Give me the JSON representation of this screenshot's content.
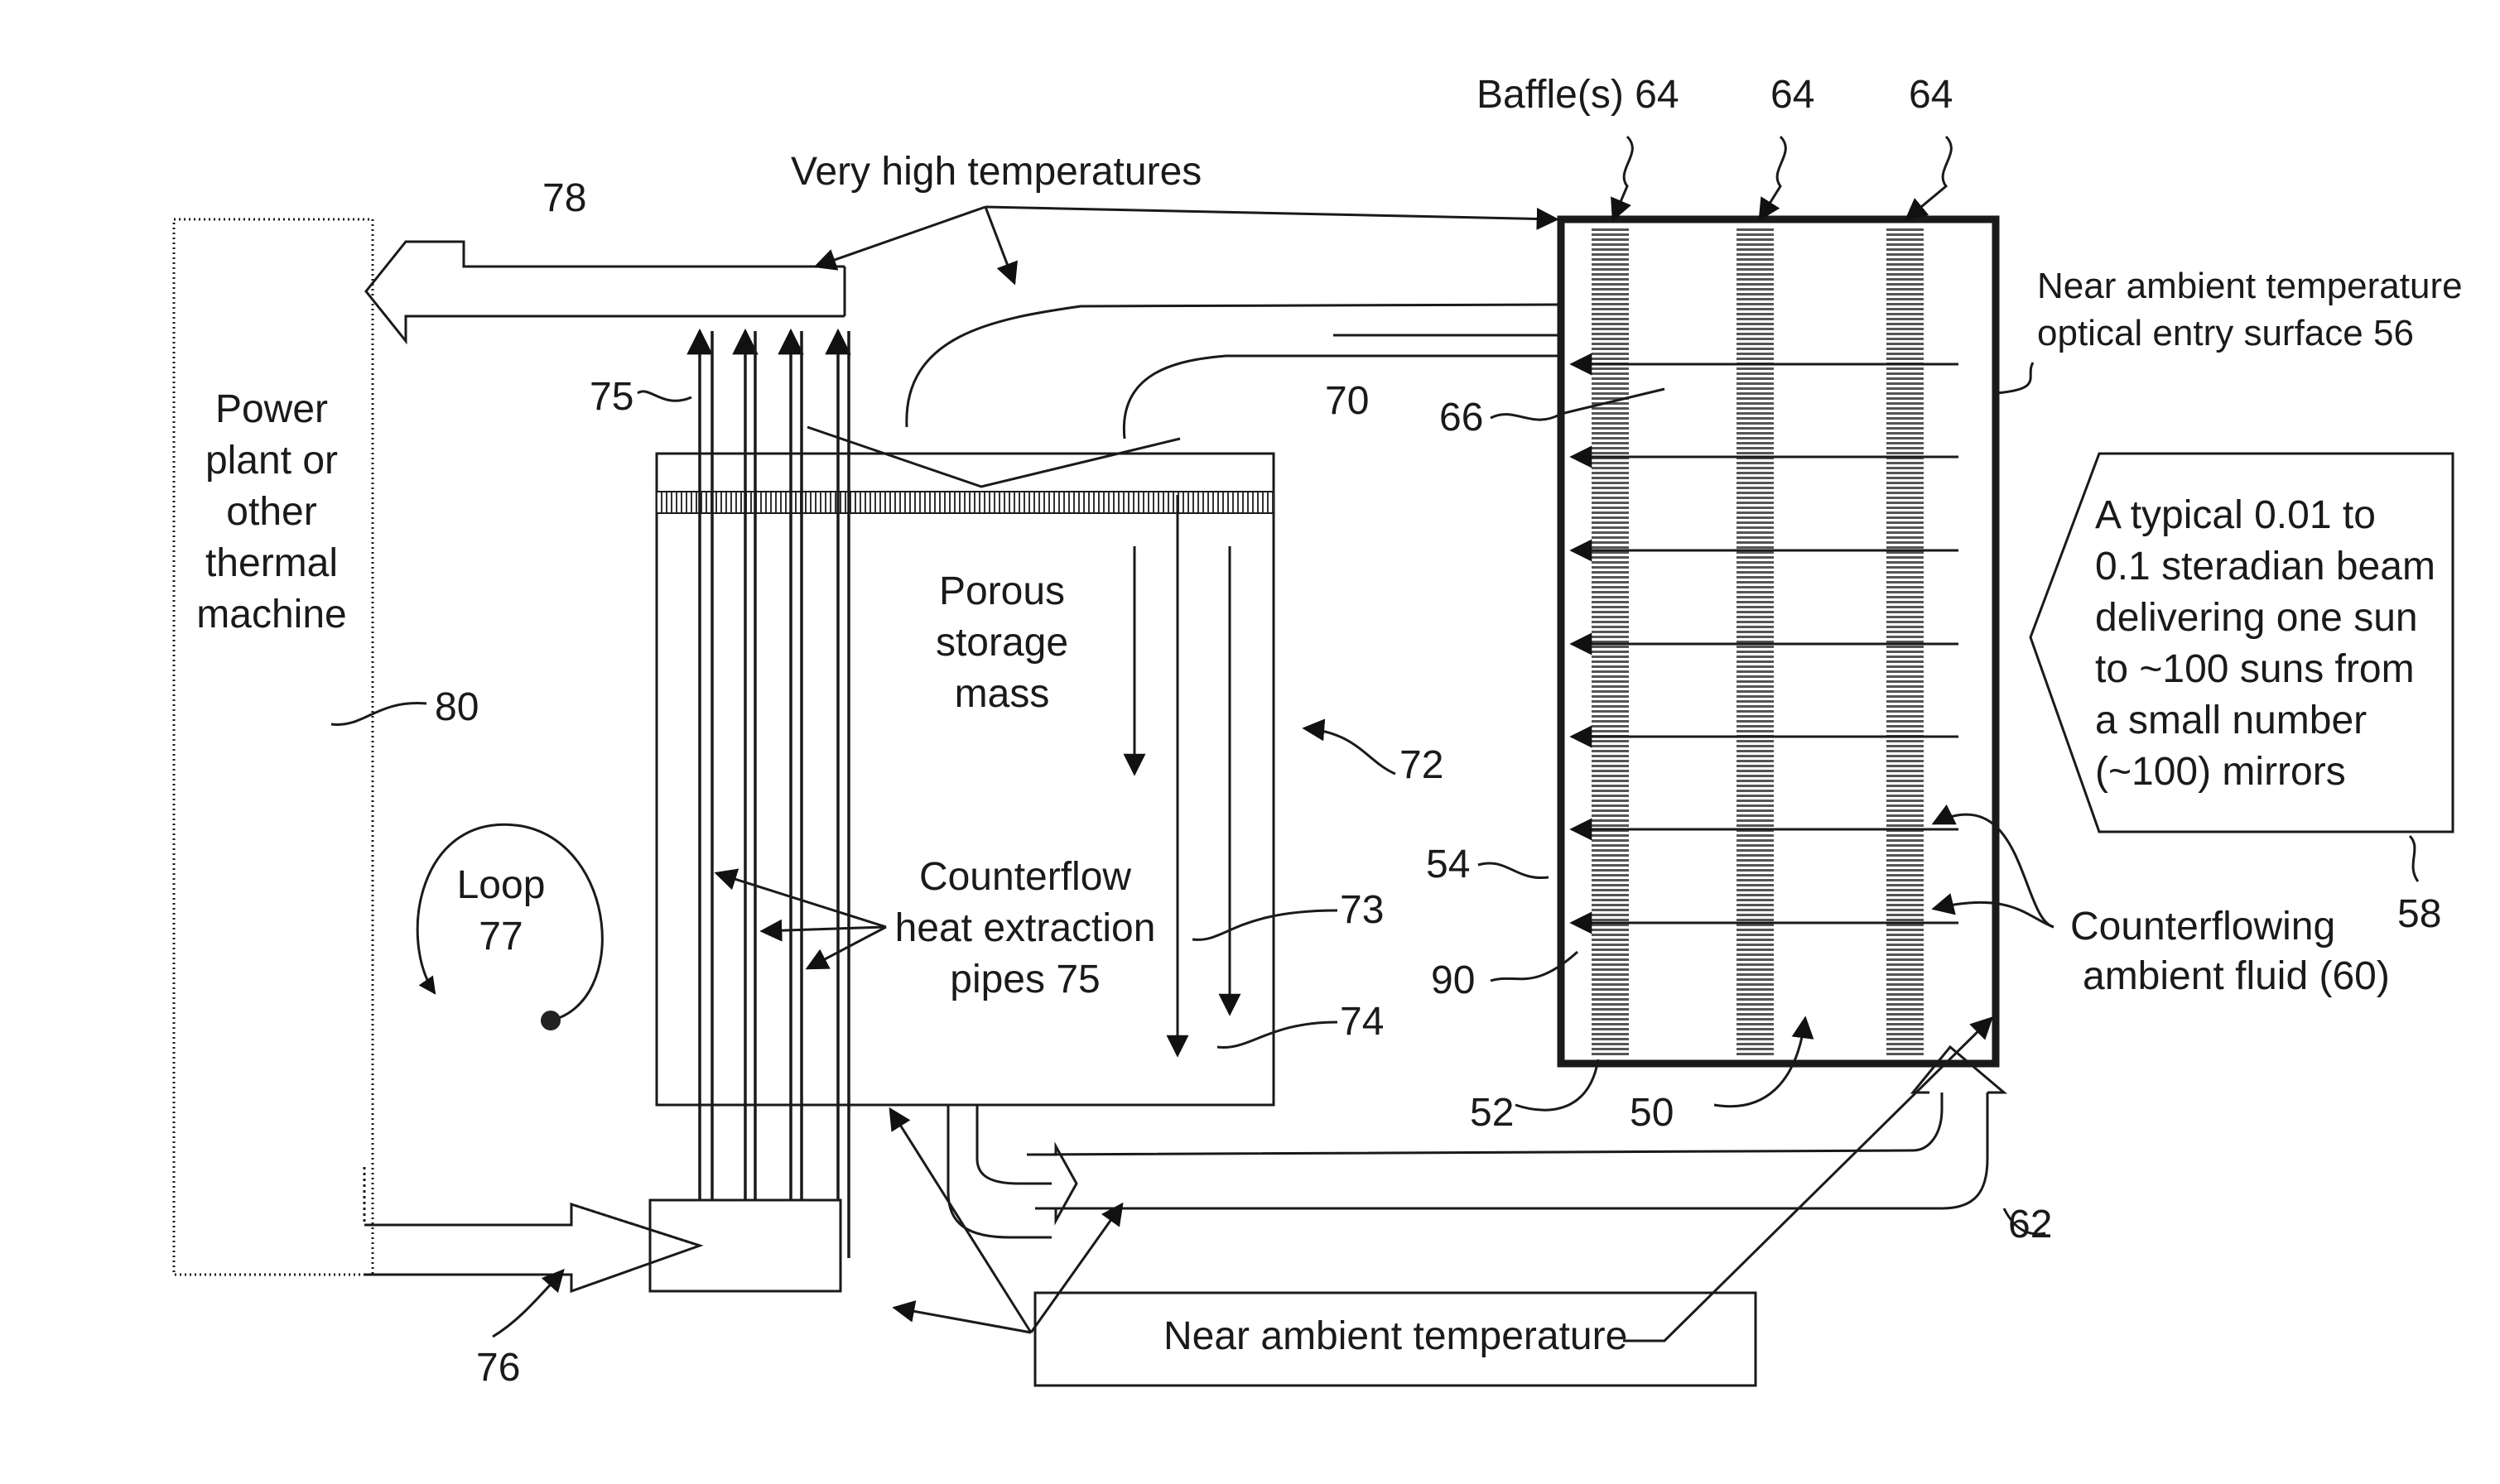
{
  "labels": {
    "baffles_title": "Baffle(s) 64",
    "baffle_64b": "64",
    "baffle_64c": "64",
    "very_high_temperatures": "Very high temperatures",
    "ref_78": "78",
    "ref_75_top": "75",
    "ref_70": "70",
    "ref_66": "66",
    "entry_surface_line1": "Near ambient temperature",
    "entry_surface_line2": "optical entry surface 56",
    "power_plant": [
      "Power",
      "plant or",
      "other",
      "thermal",
      "machine"
    ],
    "ref_80": "80",
    "storage_mass": [
      "Porous",
      "storage",
      "mass"
    ],
    "ref_72": "72",
    "beam_box": [
      "A typical 0.01 to",
      "0.1 steradian beam",
      "delivering one sun",
      "to ~100 suns from",
      "a small number",
      "(~100) mirrors"
    ],
    "ref_58": "58",
    "loop": [
      "Loop",
      "77"
    ],
    "counterflow_pipes": [
      "Counterflow",
      "heat extraction",
      "pipes 75"
    ],
    "ref_73": "73",
    "ref_74": "74",
    "ref_54": "54",
    "ref_90": "90",
    "counterflowing_fluid_line1": "Counterflowing",
    "counterflowing_fluid_line2": "ambient fluid (60)",
    "ref_52": "52",
    "ref_50": "50",
    "ref_62": "62",
    "ref_76": "76",
    "near_ambient_temperature": "Near ambient temperature"
  }
}
